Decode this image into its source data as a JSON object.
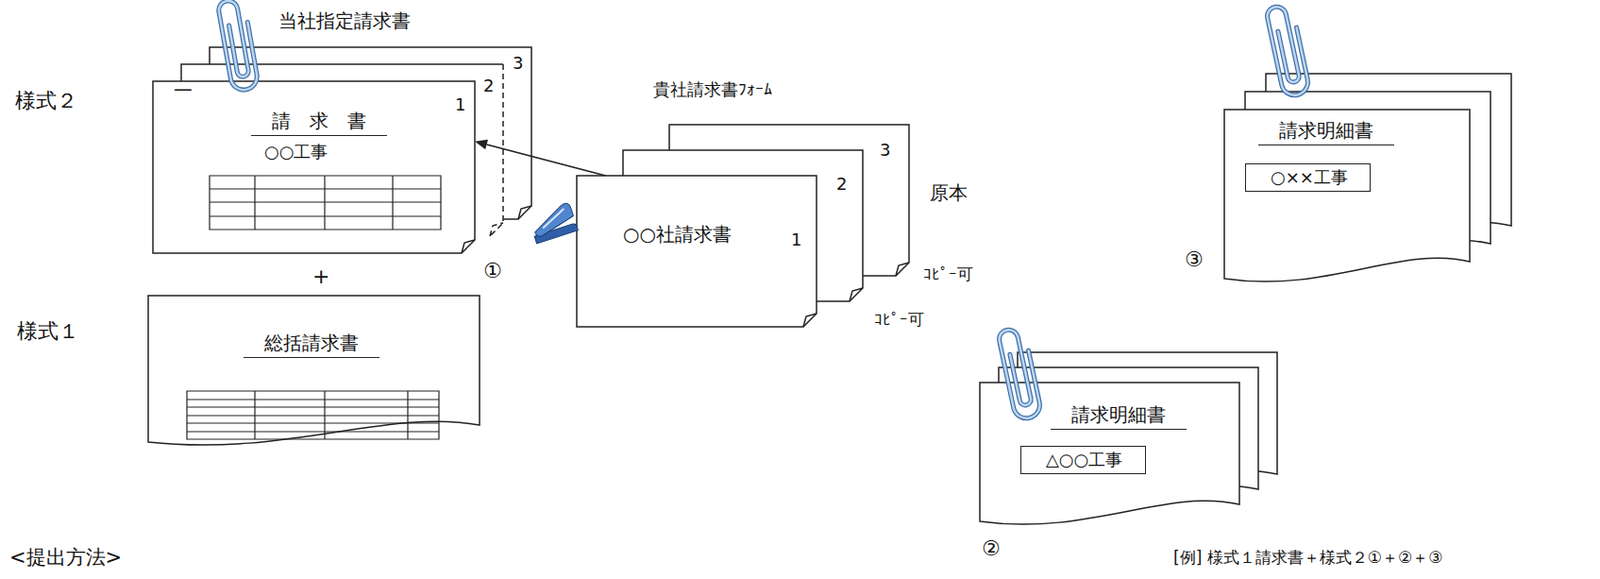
{
  "diagram": {
    "nodes": [
      {
        "text": [
          "当社指定請求書",
          "請　求　書",
          "○○工事"
        ]
      },
      {
        "text": [
          "貴社請求書ﾌｫｰﾑ",
          "○○社請求書"
        ]
      },
      {
        "text": [
          "総括請求書"
        ]
      },
      {
        "text": [
          "請求明細書"
        ]
      },
      {
        "text": [
          "○××工事"
        ],
        "in": 3
      },
      {
        "text": [
          "請求明細書"
        ]
      },
      {
        "text": [
          "△○○工事"
        ],
        "in": 5
      }
    ],
    "edges": [
      {
        "from": 1,
        "to": 0,
        "arrow": "to"
      }
    ],
    "labels": [
      "様式２",
      "一",
      "1",
      "2",
      "3",
      "①",
      "+",
      "様式１",
      "3",
      "2",
      "1",
      "原本",
      "ｺﾋﾟｰ可",
      "ｺﾋﾟｰ可",
      "③",
      "②",
      "<提出方法>",
      "[例] 様式１請求書＋様式２①＋②＋③"
    ]
  }
}
